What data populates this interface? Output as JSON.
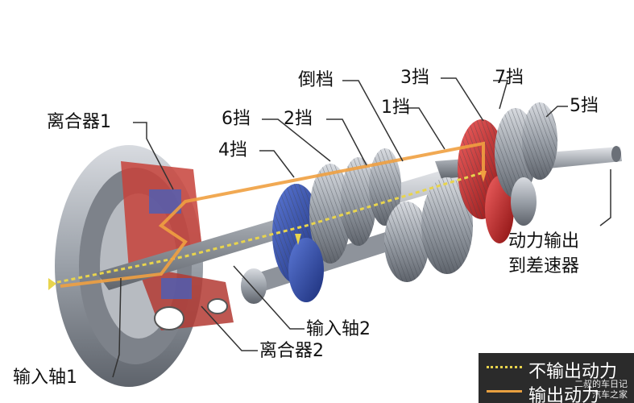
{
  "labels": {
    "clutch1": "离合器1",
    "gear6": "6挡",
    "gear4": "4挡",
    "gear2": "2挡",
    "reverse": "倒档",
    "gear1": "1挡",
    "gear3": "3挡",
    "gear7": "7挡",
    "gear5": "5挡",
    "output_line1": "动力输出",
    "output_line2": "到差速器",
    "input_shaft2": "输入轴2",
    "clutch2": "离合器2",
    "input_shaft1": "输入轴1"
  },
  "legend": {
    "no_power": "不输出动力",
    "power": "输出动力"
  },
  "watermark": {
    "line1": "二叔的车日记",
    "line2": "汽车之家"
  },
  "colors": {
    "label": "#111111",
    "leader": "#333333",
    "gear_blue": "#2f4fb0",
    "gear_red": "#d42a2a",
    "gear_steel": "#9aa0a8",
    "housing_red": "#b8413a",
    "flow_yellow": "#e8d44d",
    "flow_orange": "#f0a040",
    "legend_bg": "#2b2b2b"
  }
}
